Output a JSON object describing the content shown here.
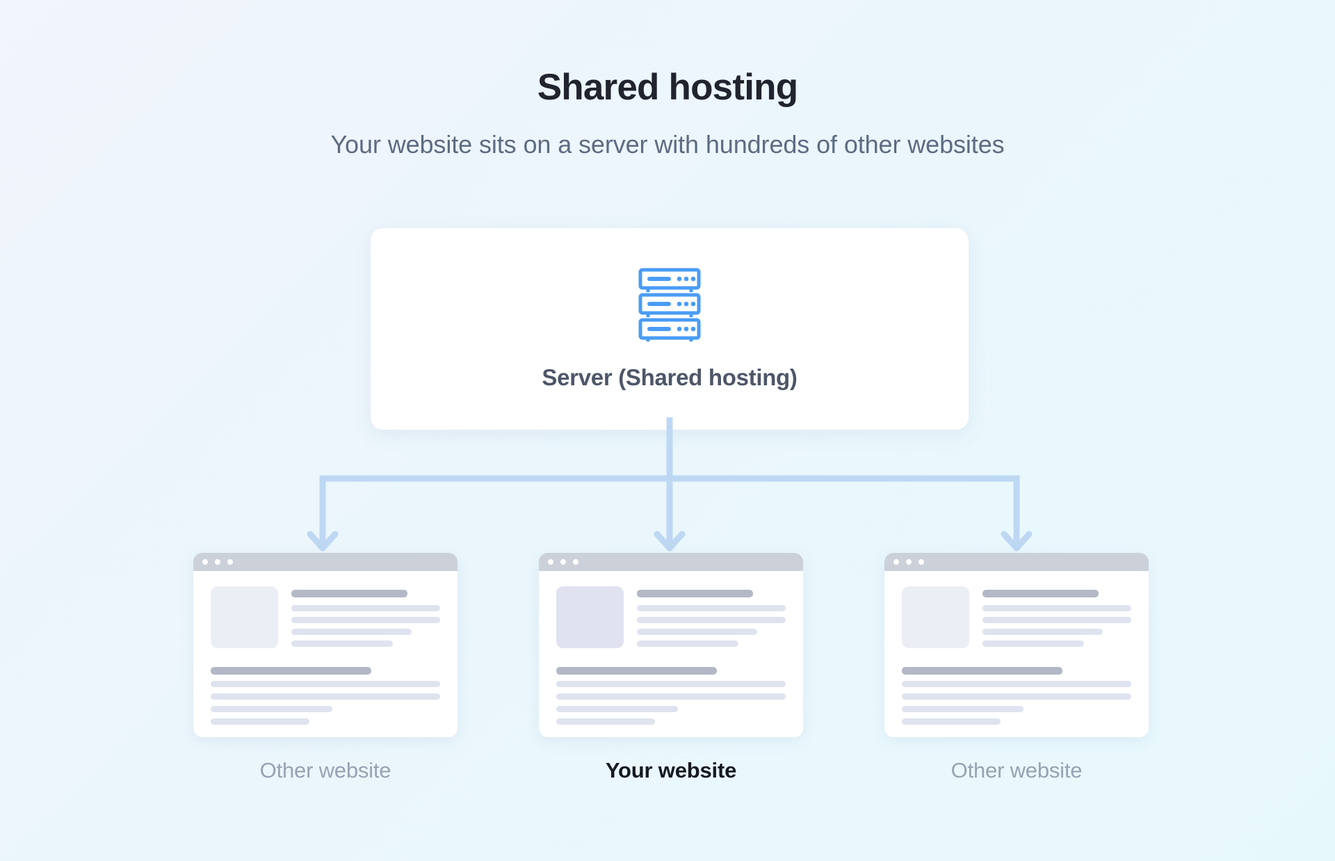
{
  "page": {
    "title": "Shared hosting",
    "subtitle": "Your website sits on a server with hundreds of other websites",
    "background_from": "#f1f5fd",
    "background_to": "#e7f8fd"
  },
  "server_node": {
    "icon": "server-rack-icon",
    "icon_color": "#4a9cf5",
    "label": "Server (Shared hosting)",
    "label_color": "#4d5668",
    "card_background": "#ffffff"
  },
  "connector": {
    "color": "#bed8f3",
    "style": "tree-with-down-arrows",
    "branch_count": 3
  },
  "websites": [
    {
      "caption": "Other website",
      "emphasis": "muted",
      "caption_color": "#98a2b3",
      "thumb_color": "#eceef5",
      "titlebar_color": "#cbd0d9",
      "dot_count": 3
    },
    {
      "caption": "Your website",
      "emphasis": "strong",
      "caption_color": "#161922",
      "thumb_color": "#e0e2f0",
      "titlebar_color": "#cbd0d9",
      "dot_count": 3
    },
    {
      "caption": "Other website",
      "emphasis": "muted",
      "caption_color": "#98a2b3",
      "thumb_color": "#eceef5",
      "titlebar_color": "#cbd0d9",
      "dot_count": 3
    }
  ]
}
